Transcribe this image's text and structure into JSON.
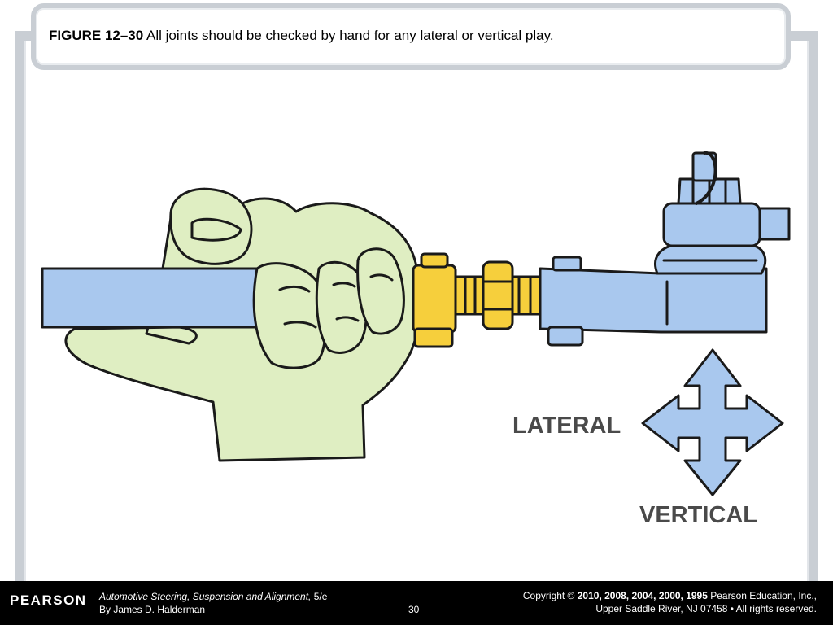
{
  "caption": {
    "figure_label": "FIGURE 12–30",
    "text": "All joints should be checked by hand for any lateral or vertical play."
  },
  "illustration": {
    "label_lateral": "LATERAL",
    "label_vertical": "VERTICAL",
    "colors": {
      "hand": "#dfeec2",
      "rod": "#a9c8ee",
      "brass": "#f6cf3c",
      "outline": "#1a1a1a"
    }
  },
  "footer": {
    "logo": "PEARSON",
    "book_title": "Automotive Steering, Suspension and Alignment,",
    "book_edition": " 5/e",
    "author": "By James D. Halderman",
    "page_number": "30",
    "copyright_prefix": "Copyright ©",
    "copyright_years": "2010, 2008, 2004, 2000, 1995",
    "copyright_holder": "Pearson Education, Inc.,",
    "copyright_line2": "Upper Saddle River, NJ 07458 • All rights reserved."
  }
}
